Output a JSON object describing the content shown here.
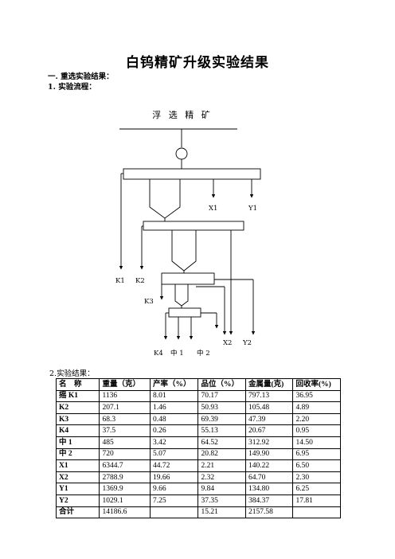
{
  "title": "白钨精矿升级实验结果",
  "section1_heading": "一. 重选实验结果：",
  "section1_sub": "1.  实验流程：",
  "flowchart": {
    "feed_label": "浮 选  精 矿",
    "labels": {
      "x1": "X1",
      "y1": "Y1",
      "k1": "K1",
      "k2": "K2",
      "k3": "K3",
      "x2": "X2",
      "y2": "Y2",
      "k4": "K4",
      "mid1": "中 1",
      "mid2": "中 2"
    }
  },
  "section2_heading": "2.实验结果：",
  "table": {
    "headers": [
      "名　称",
      "重量（克）",
      "产率（%）",
      "品位（%）",
      "金属量(克)",
      "回收率(%)"
    ],
    "rows": [
      {
        "name": "摇 K1",
        "cells": [
          "1136",
          "8.01",
          "70.17",
          "797.13",
          "36.95"
        ]
      },
      {
        "name": "K2",
        "cells": [
          "207.1",
          "1.46",
          "50.93",
          "105.48",
          "4.89"
        ]
      },
      {
        "name": "K3",
        "cells": [
          "68.3",
          "0.48",
          "69.39",
          "47.39",
          "2.20"
        ]
      },
      {
        "name": "K4",
        "cells": [
          "37.5",
          "0.26",
          "55.13",
          "20.67",
          "0.95"
        ]
      },
      {
        "name": "中 1",
        "cells": [
          "485",
          "3.42",
          "64.52",
          "312.92",
          "14.50"
        ]
      },
      {
        "name": "中 2",
        "cells": [
          "720",
          "5.07",
          "20.82",
          "149.90",
          "6.95"
        ]
      },
      {
        "name": "X1",
        "cells": [
          "6344.7",
          "44.72",
          "2.21",
          "140.22",
          "6.50"
        ]
      },
      {
        "name": "X2",
        "cells": [
          "2788.9",
          "19.66",
          "2.32",
          "64.70",
          "2.30"
        ]
      },
      {
        "name": "Y1",
        "cells": [
          "1369.9",
          "9.66",
          "9.84",
          "134.80",
          "6.25"
        ]
      },
      {
        "name": "Y2",
        "cells": [
          "1029.1",
          "7.25",
          "37.35",
          "384.37",
          "17.81"
        ]
      },
      {
        "name": "合计",
        "cells": [
          "14186.6",
          "",
          "15.21",
          "2157.58",
          ""
        ]
      }
    ]
  }
}
